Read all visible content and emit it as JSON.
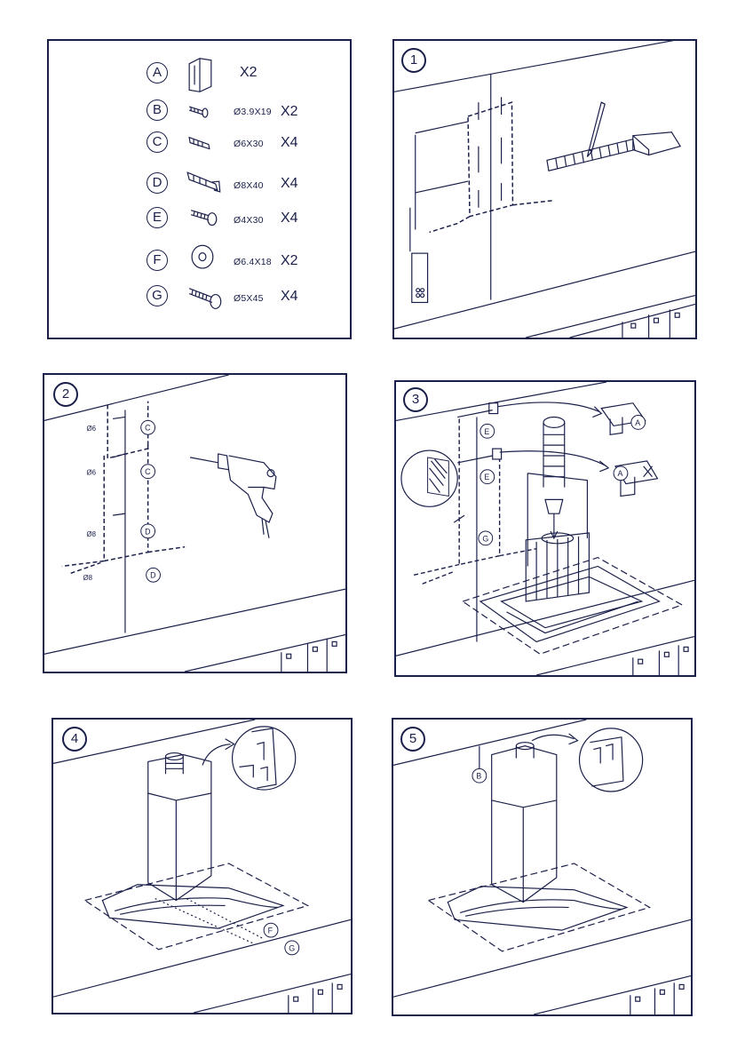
{
  "parts": [
    {
      "letter": "A",
      "size": "",
      "qty": "X2"
    },
    {
      "letter": "B",
      "size": "Ø3.9X19",
      "qty": "X2"
    },
    {
      "letter": "C",
      "size": "Ø6X30",
      "qty": "X4"
    },
    {
      "letter": "D",
      "size": "Ø8X40",
      "qty": "X4"
    },
    {
      "letter": "E",
      "size": "Ø4X30",
      "qty": "X4"
    },
    {
      "letter": "F",
      "size": "Ø6.4X18",
      "qty": "X2"
    },
    {
      "letter": "G",
      "size": "Ø5X45",
      "qty": "X4"
    }
  ],
  "steps": [
    "1",
    "2",
    "3",
    "4",
    "5"
  ],
  "step2": {
    "dims": [
      "Ø6",
      "Ø6",
      "Ø8",
      "Ø8"
    ],
    "callouts": [
      "C",
      "C",
      "D",
      "D"
    ]
  },
  "step3": {
    "callouts": [
      "E",
      "E",
      "G",
      "A",
      "A"
    ]
  },
  "step4": {
    "callouts": [
      "F",
      "G"
    ]
  },
  "step5": {
    "callouts": [
      "B"
    ]
  },
  "colors": {
    "line": "#1a1f4a"
  }
}
